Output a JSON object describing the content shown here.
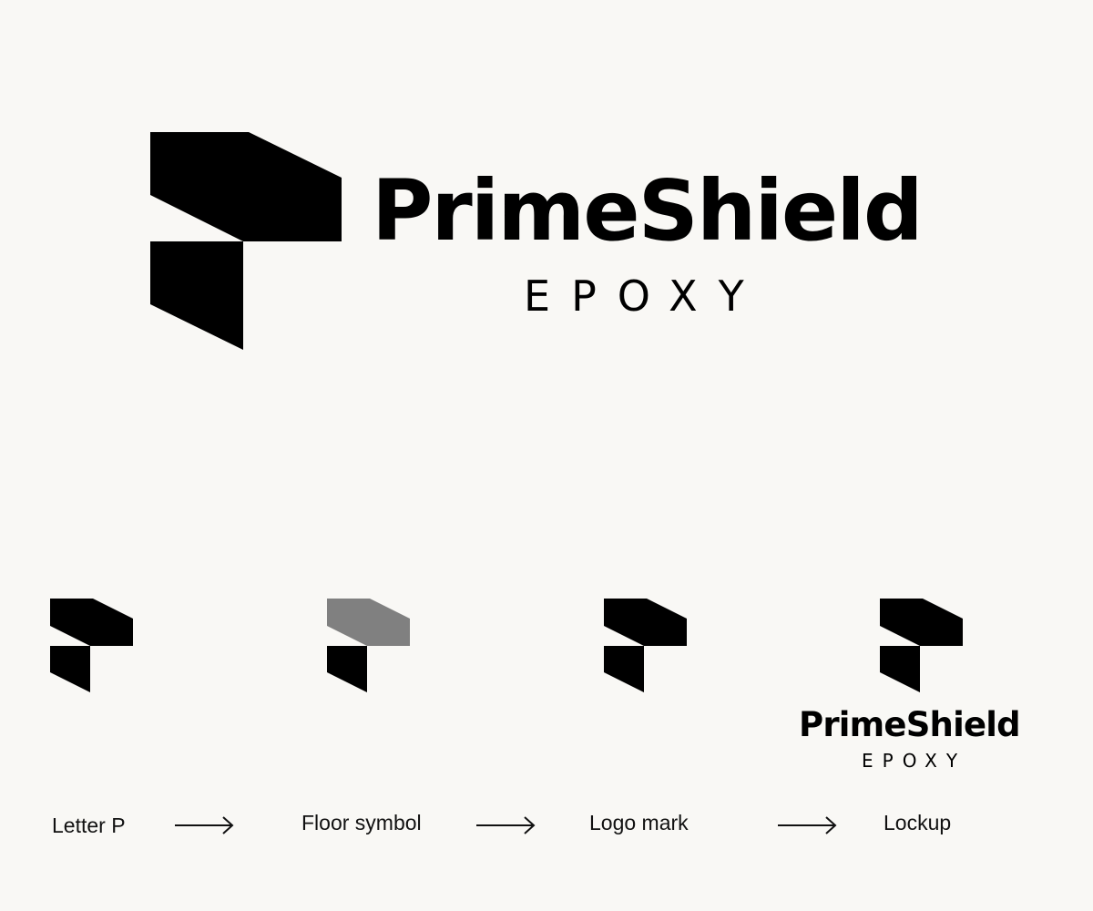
{
  "brand": {
    "name": "PrimeShield",
    "tagline": "EPOXY"
  },
  "steps": [
    {
      "label": "Letter P"
    },
    {
      "label": "Floor symbol"
    },
    {
      "label": "Logo mark"
    },
    {
      "label": "Lockup"
    }
  ],
  "colors": {
    "background": "#f9f8f5",
    "mark": "#000000",
    "highlight": "#808080",
    "caption": "#111111"
  },
  "icons": {
    "logo": "p-shaped-isometric-mark",
    "connector": "right-arrow-icon"
  }
}
